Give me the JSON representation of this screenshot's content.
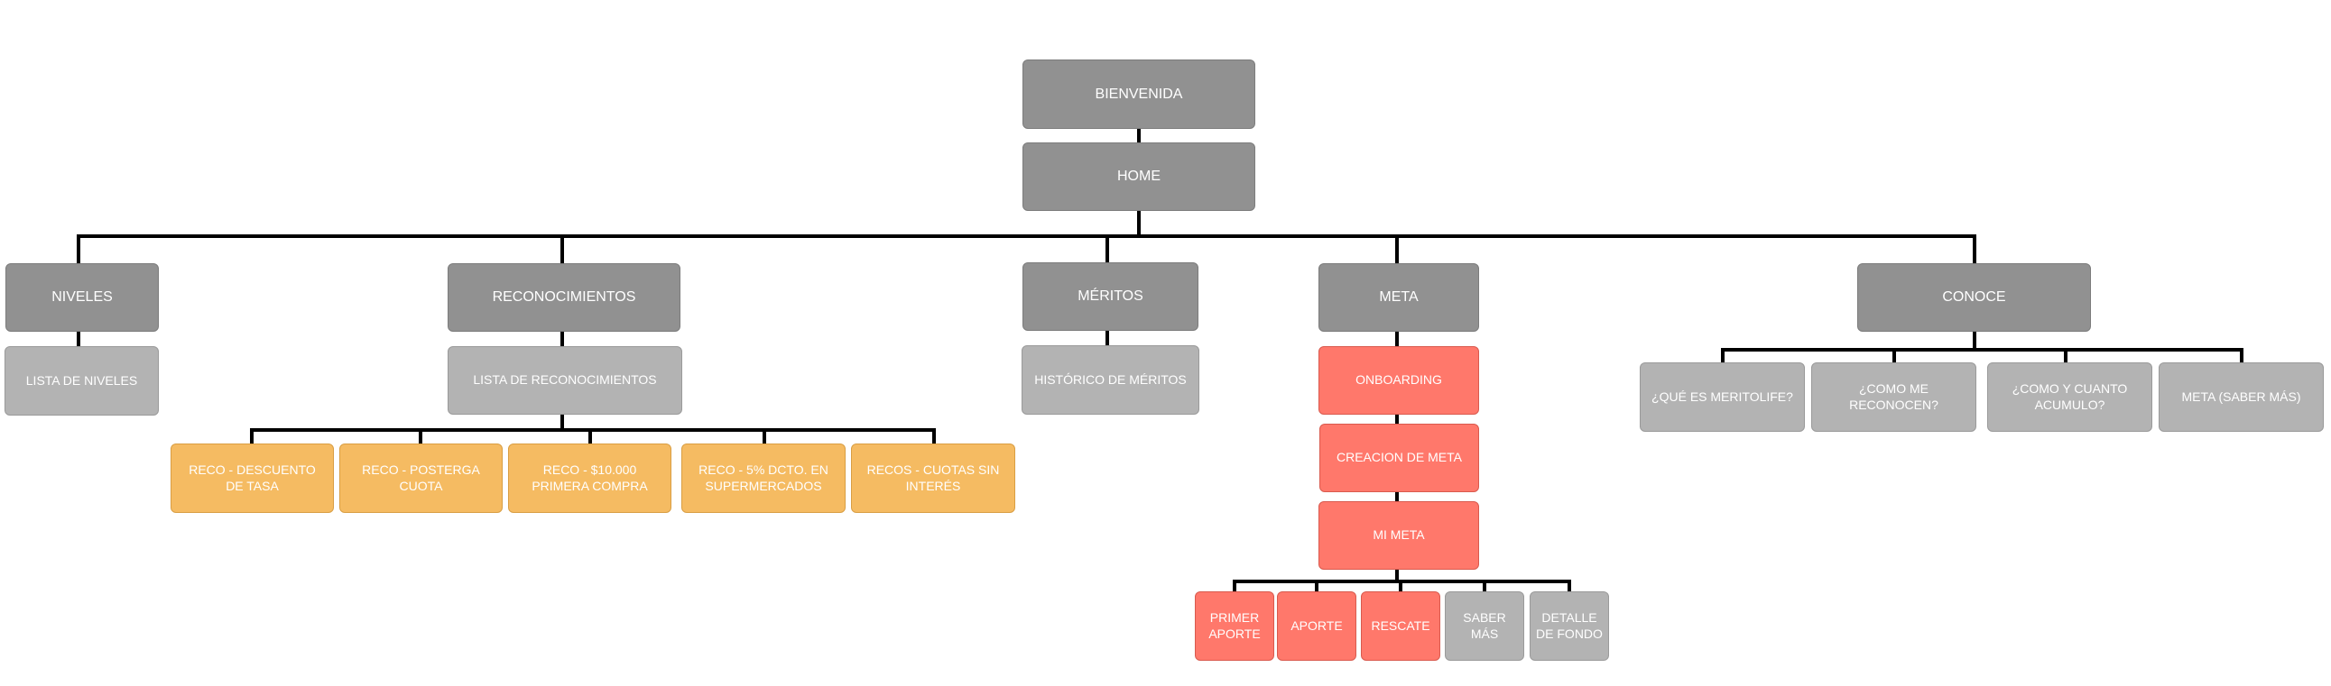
{
  "diagram": {
    "nodes": {
      "bienvenida": "BIENVENIDA",
      "home": "HOME",
      "niveles": "NIVELES",
      "lista_niveles": "LISTA DE NIVELES",
      "reconocimientos": "RECONOCIMIENTOS",
      "lista_reconocimientos": "LISTA DE RECONOCIMIENTOS",
      "reco_descuento_tasa": "RECO - DESCUENTO DE TASA",
      "reco_posterga_cuota": "RECO - POSTERGA CUOTA",
      "reco_primera_compra": "RECO - $10.000 PRIMERA COMPRA",
      "reco_supermercados": "RECO - 5% DCTO. EN SUPERMERCADOS",
      "recos_cuotas": "RECOS - CUOTAS SIN INTERÉS",
      "meritos": "MÉRITOS",
      "historico_meritos": "HISTÓRICO DE MÉRITOS",
      "meta": "META",
      "onboarding": "ONBOARDING",
      "creacion_meta": "CREACION DE META",
      "mi_meta": "MI META",
      "primer_aporte": "PRIMER APORTE",
      "aporte": "APORTE",
      "rescate": "RESCATE",
      "saber_mas": "SABER MÁS",
      "detalle_fondo": "DETALLE DE FONDO",
      "conoce": "CONOCE",
      "que_es": "¿QUÉ ES MERITOLIFE?",
      "como_reconocen": "¿COMO ME RECONOCEN?",
      "como_acumulo": "¿COMO Y CUANTO ACUMULO?",
      "meta_saber_mas": "META (SABER MÁS)"
    },
    "colors": {
      "primary": "#919191",
      "secondary": "#b3b3b3",
      "reconocimiento": "#f5bb62",
      "meta_flow": "#ff786b",
      "connector": "#000000"
    }
  }
}
